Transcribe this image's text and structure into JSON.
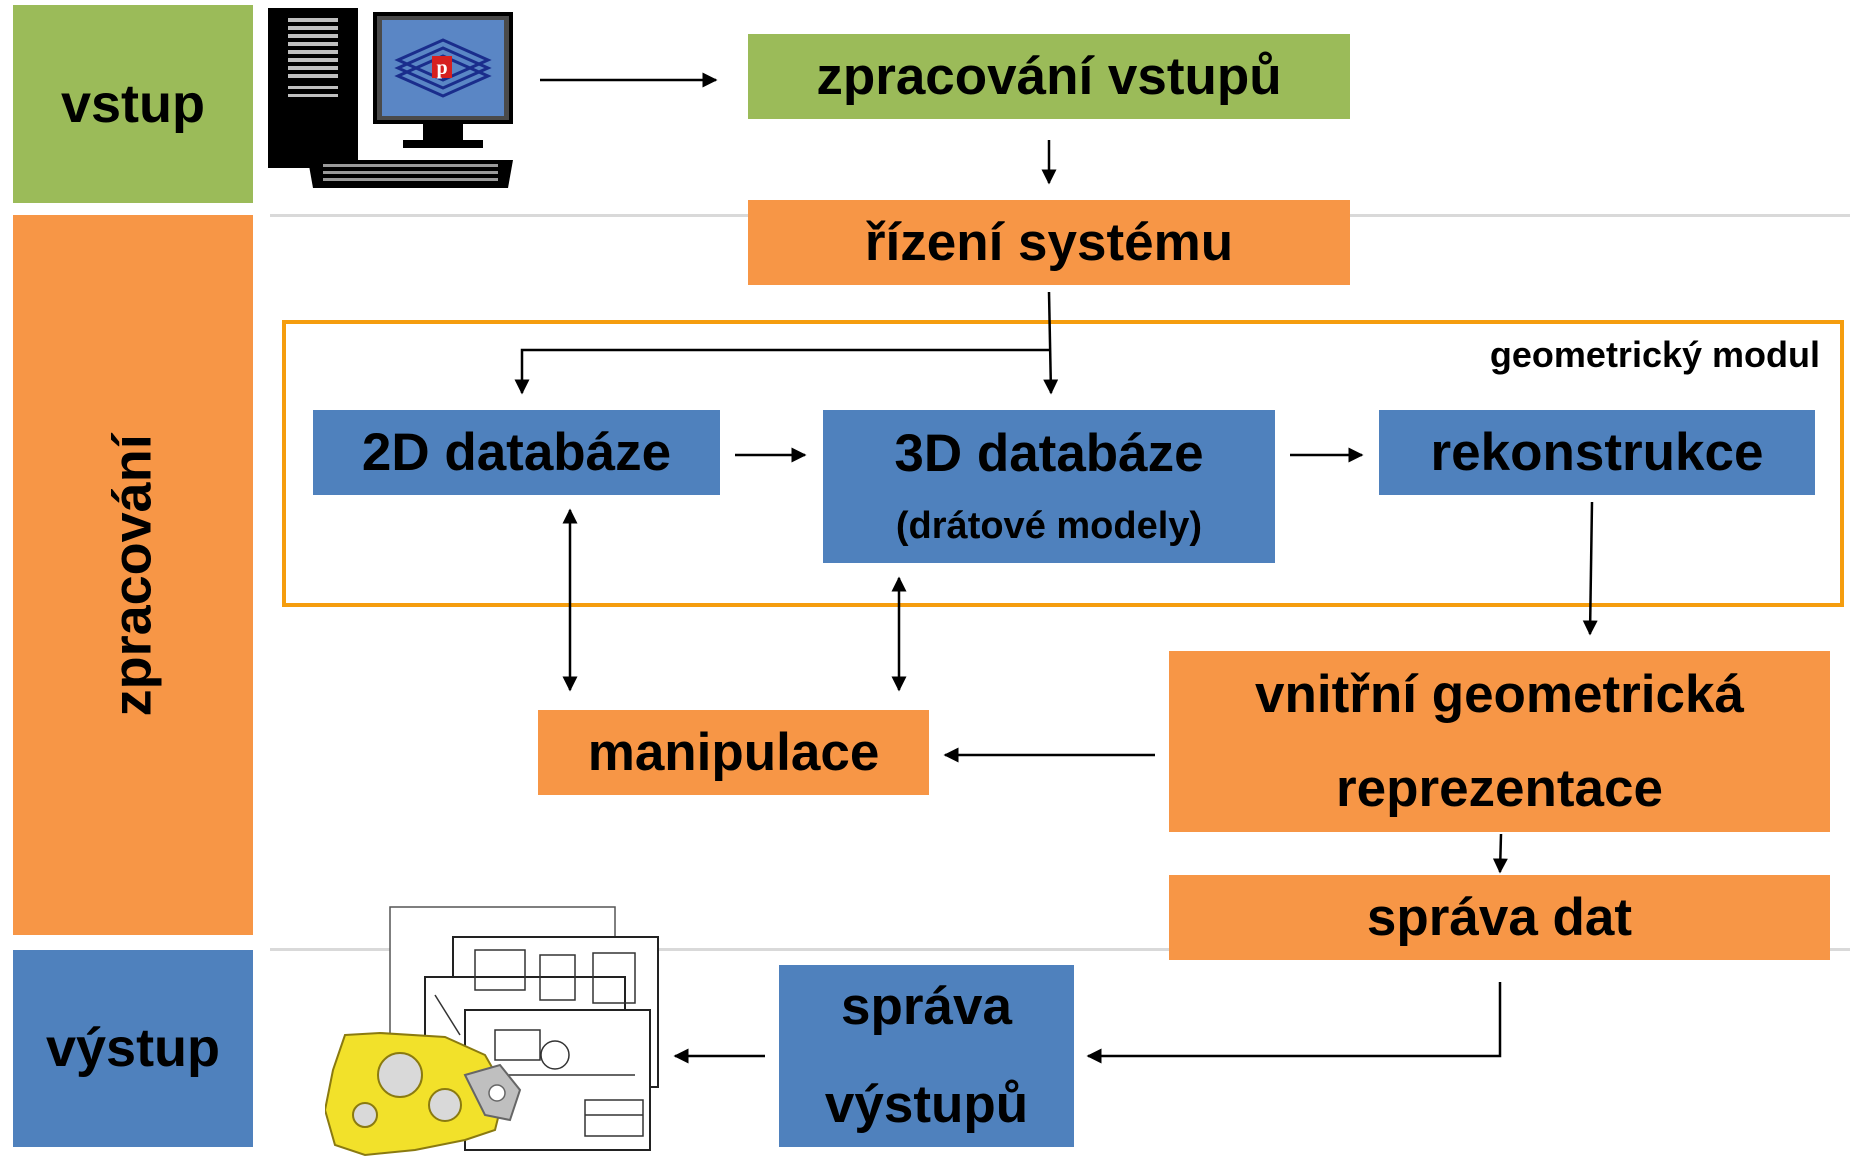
{
  "side_labels": {
    "input": "vstup",
    "processing": "zpracování",
    "output": "výstup"
  },
  "module": {
    "label": "geometrický modul"
  },
  "nodes": {
    "input_processing": "zpracování vstupů",
    "system_control": "řízení systému",
    "db2d": "2D databáze",
    "db3d": "3D databáze",
    "db3d_sub": "(drátové modely)",
    "reconstruction": "rekonstrukce",
    "internal_line1": "vnitřní geometrická",
    "internal_line2": "reprezentace",
    "manipulation": "manipulace",
    "data_management": "správa dat",
    "output_line1": "správa",
    "output_line2": "výstupů"
  },
  "icons": {
    "input": "computer-workstation-icon",
    "output": "technical-drawings-and-3d-part-icon"
  },
  "colors": {
    "input": "#9bbb59",
    "processing": "#f79646",
    "output": "#4f81bd",
    "module_border": "#f59d0e"
  }
}
